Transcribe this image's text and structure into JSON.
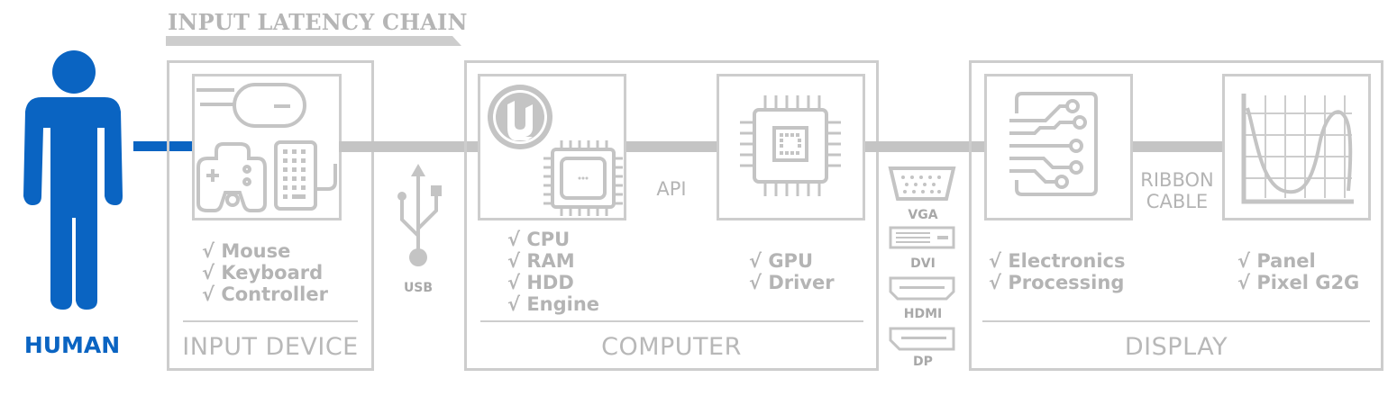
{
  "title": "INPUT LATENCY CHAIN",
  "colors": {
    "accent": "#0a64c2",
    "line": "#cdcdcd",
    "text": "#b4b4b4"
  },
  "human": {
    "label": "HUMAN",
    "icon": "person-icon"
  },
  "input_device": {
    "label": "INPUT DEVICE",
    "items": [
      "√ Mouse",
      "√ Keyboard",
      "√ Controller"
    ],
    "icons": [
      "mouse-icon",
      "gamepad-icon",
      "keyboard-icon"
    ]
  },
  "usb": {
    "label": "USB",
    "icon": "usb-icon"
  },
  "computer": {
    "label": "COMPUTER",
    "cpu_items": [
      "√ CPU",
      "√ RAM",
      "√ HDD",
      "√ Engine"
    ],
    "gpu_items": [
      "√ GPU",
      "√ Driver"
    ],
    "api_label": "API",
    "icons": [
      "unreal-engine-logo",
      "cpu-chip-icon",
      "gpu-chip-icon"
    ]
  },
  "ports": [
    {
      "label": "VGA",
      "icon": "vga-port-icon"
    },
    {
      "label": "DVI",
      "icon": "dvi-port-icon"
    },
    {
      "label": "HDMI",
      "icon": "hdmi-port-icon"
    },
    {
      "label": "DP",
      "icon": "displayport-icon"
    }
  ],
  "display": {
    "label": "DISPLAY",
    "electronics_items": [
      "√ Electronics",
      "√ Processing"
    ],
    "panel_items": [
      "√ Panel",
      "√ Pixel G2G"
    ],
    "ribbon_label_1": "RIBBON",
    "ribbon_label_2": "CABLE",
    "icons": [
      "circuit-board-icon",
      "response-curve-icon"
    ]
  }
}
